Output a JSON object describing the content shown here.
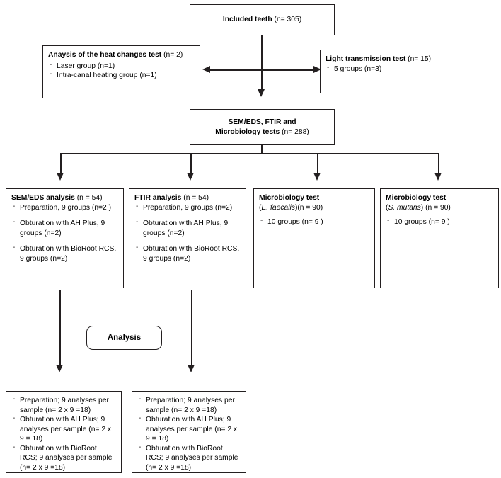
{
  "diagram": {
    "title_box": {
      "head": "Included teeth",
      "count": "(n= 305)"
    },
    "heat_box": {
      "head": "Anaysis of the heat changes test",
      "count": "(n= 2)",
      "items": [
        "Laser group (n=1)",
        "Intra-canal heating group (n=1)"
      ]
    },
    "light_box": {
      "head": "Light transmission test",
      "count": "(n= 15)",
      "items": [
        "5 groups (n=3)"
      ]
    },
    "mid_box": {
      "line1": "SEM/EDS, FTIR and",
      "head2": "Microbiology tests",
      "count": "(n= 288)"
    },
    "sem_box": {
      "head": "SEM/EDS  analysis",
      "count": "(n = 54)",
      "items": [
        "Preparation, 9 groups (n=2 )",
        "Obturation with AH Plus, 9 groups (n=2)",
        "Obturation with BioRoot RCS, 9 groups (n=2)"
      ]
    },
    "ftir_box": {
      "head": "FTIR analysis",
      "count": "(n = 54)",
      "items": [
        "Preparation, 9 groups (n=2)",
        "Obturation with AH Plus, 9 groups (n=2)",
        "Obturation with BioRoot RCS, 9 groups (n=2)"
      ]
    },
    "micro1_box": {
      "head": "Microbiology test",
      "species": "E. faecalis",
      "species_wrap": [
        "(",
        ")(n = 90)"
      ],
      "items": [
        "10 groups (n= 9 )"
      ]
    },
    "micro2_box": {
      "head": "Microbiology test",
      "species": "S. mutans",
      "species_wrap": [
        "(",
        ") (n = 90)"
      ],
      "items": [
        "10 groups (n= 9 )"
      ]
    },
    "analysis_pill": {
      "label": "Analysis"
    },
    "result_left": {
      "items": [
        "Preparation; 9 analyses per sample (n= 2 x 9 =18)",
        "Obturation with AH Plus; 9 analyses per sample (n= 2 x 9 = 18)",
        "Obturation with BioRoot RCS; 9 analyses per sample (n= 2 x 9 =18)"
      ]
    },
    "result_right": {
      "items": [
        "Preparation; 9 analyses per sample (n= 2 x 9 =18)",
        "Obturation with AH Plus; 9 analyses per sample (n= 2 x 9 = 18)",
        "Obturation with BioRoot RCS; 9 analyses per sample (n= 2 x 9 =18)"
      ]
    },
    "colors": {
      "line": "#231f20",
      "background": "#ffffff",
      "text": "#000000"
    }
  }
}
